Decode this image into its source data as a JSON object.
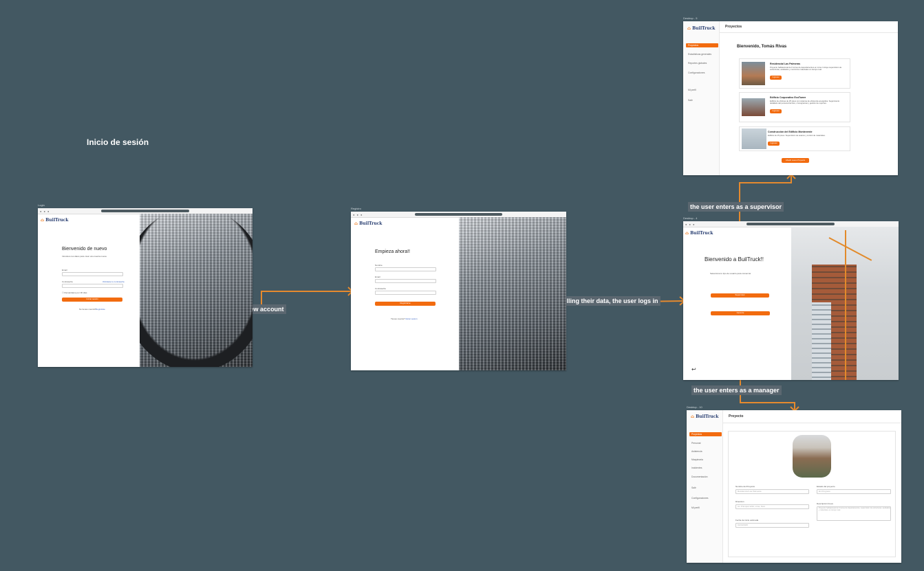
{
  "canvas": {
    "title": "Inicio de sesión"
  },
  "annotations": {
    "create_account": "the user creates a new account",
    "logs_in": "after filling their data, the user logs in",
    "supervisor": "the user enters as a supervisor",
    "manager": "the user enters as a manager"
  },
  "colors": {
    "background": "#435862",
    "accent": "#f26b0f",
    "flow_line": "#e68a2e",
    "brand_blue": "#243a6e"
  },
  "login": {
    "brand": "BuilTruck",
    "heading": "Bienvenido de nuevo",
    "subtitle": "Introduce tus datos para crear una cuenta nueva",
    "email_label": "Email",
    "password_label": "Contraseña",
    "forgot": "Olvidaste tu contraseña",
    "remember": "Recuérdame por 30 días",
    "submit": "Iniciar sesión",
    "no_account": "No tienes cuenta?",
    "register_link": "Regístrate"
  },
  "register": {
    "brand": "BuilTruck",
    "heading": "Empieza ahora!!",
    "name_label": "Nombre",
    "email_label": "Email",
    "password_label": "Contraseña",
    "submit": "Registrarse",
    "have_account": "Tienes cuenta?",
    "login_link": "Iniciar sesión"
  },
  "role_select": {
    "brand": "BuilTruck",
    "heading": "Bienvenido a BuilTruck!!",
    "subtitle": "Selecciona tu tipo de usuario para comenzar",
    "option1": "Supervisor",
    "option2": "Gerente",
    "back_icon": "↩"
  },
  "supervisor": {
    "brand": "BuilTruck",
    "topbar": "Proyectos",
    "welcome": "Bienvenido, Tomás Rivas",
    "sidebar": [
      "Proyectos",
      "Estadísticas generales",
      "Reportes globales",
      "Configuraciones",
      "Mi perfil",
      "Salir"
    ],
    "projects": [
      {
        "name": "Residencial Las Palmeras",
        "desc": "Proyecto habitacional de 6 torres de departamentos en Lima. Incluye supervisión de estructuras, acabados y control de materiales en tiempo real.",
        "button": "Ingresar"
      },
      {
        "name": "Edificio Corporativo EcoTower",
        "desc": "Edificio de oficinas de 25 pisos con sistema de eficiencia energética. Seguimiento detallado del personal técnico, cronogramas y gestión de reportes.",
        "button": "Ingresar"
      },
      {
        "name": "Construcción del Edificio Monteverde",
        "desc": "Edificio de 15 pisos. Supervisión de avance y control de materiales.",
        "button": "Ingresar"
      }
    ],
    "add_button": "Añadir nuevo Proyecto"
  },
  "manager": {
    "brand": "BuilTruck",
    "topbar": "Proyecto",
    "sidebar": [
      "Proyectos",
      "Personal",
      "Asistencia",
      "Maquinaria",
      "Incidentes",
      "Documentación",
      "Salir",
      "Configuraciones",
      "Mi perfil"
    ],
    "fields": {
      "project_name_label": "Nombre del Proyecto",
      "project_name_value": "Residencial Las Palmeras",
      "address_label": "Dirección",
      "address_value": "Av. Principal 1234, Lima, Perú",
      "date_label": "Fecha de inicio estimada",
      "date_value": "01/03/2025",
      "state_label": "Estado del proyecto",
      "state_value": "En Progreso",
      "desc_label": "Descripción breve",
      "desc_value": "Proyecto habitacional de 6 torres de departamentos, supervisión de estructuras, acabados y materiales en tiempo real."
    }
  }
}
